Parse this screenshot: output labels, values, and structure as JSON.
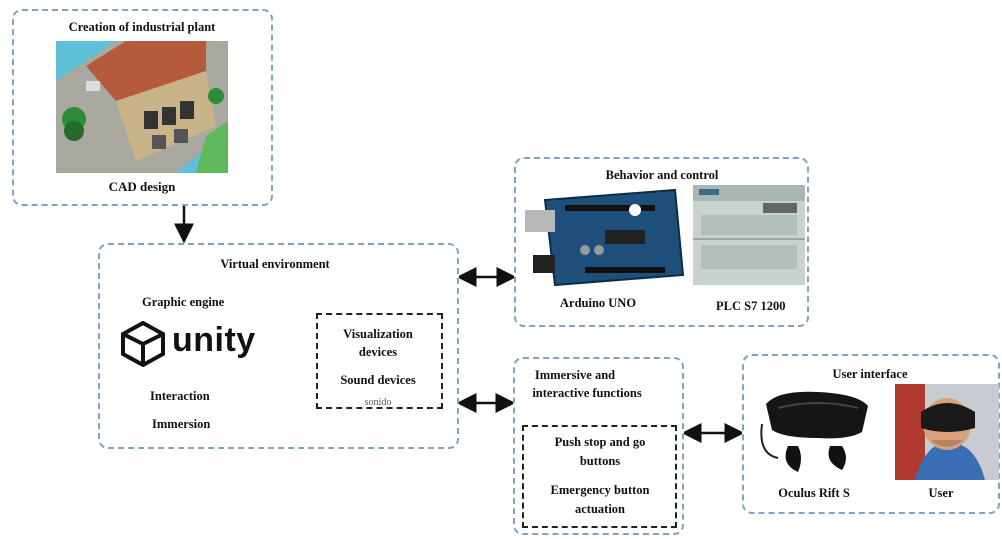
{
  "cad": {
    "title": "Creation of industrial plant",
    "caption": "CAD design"
  },
  "virtual": {
    "title": "Virtual environment",
    "graphic_engine": "Graphic engine",
    "logo_text": "unity",
    "interaction": "Interaction",
    "immersion": "Immersion",
    "visualization": "Visualization devices",
    "sound": "Sound devices",
    "overflow": "sonido"
  },
  "behavior": {
    "title": "Behavior and control",
    "arduino": "Arduino UNO",
    "plc": "PLC S7 1200"
  },
  "immersive": {
    "title_line1": "Immersive and",
    "title_line2": "interactive functions",
    "push_line1": "Push stop and go",
    "push_line2": "buttons",
    "emergency_line1": "Emergency button",
    "emergency_line2": "actuation"
  },
  "user_interface": {
    "title": "User interface",
    "oculus": "Oculus Rift S",
    "user": "User"
  }
}
